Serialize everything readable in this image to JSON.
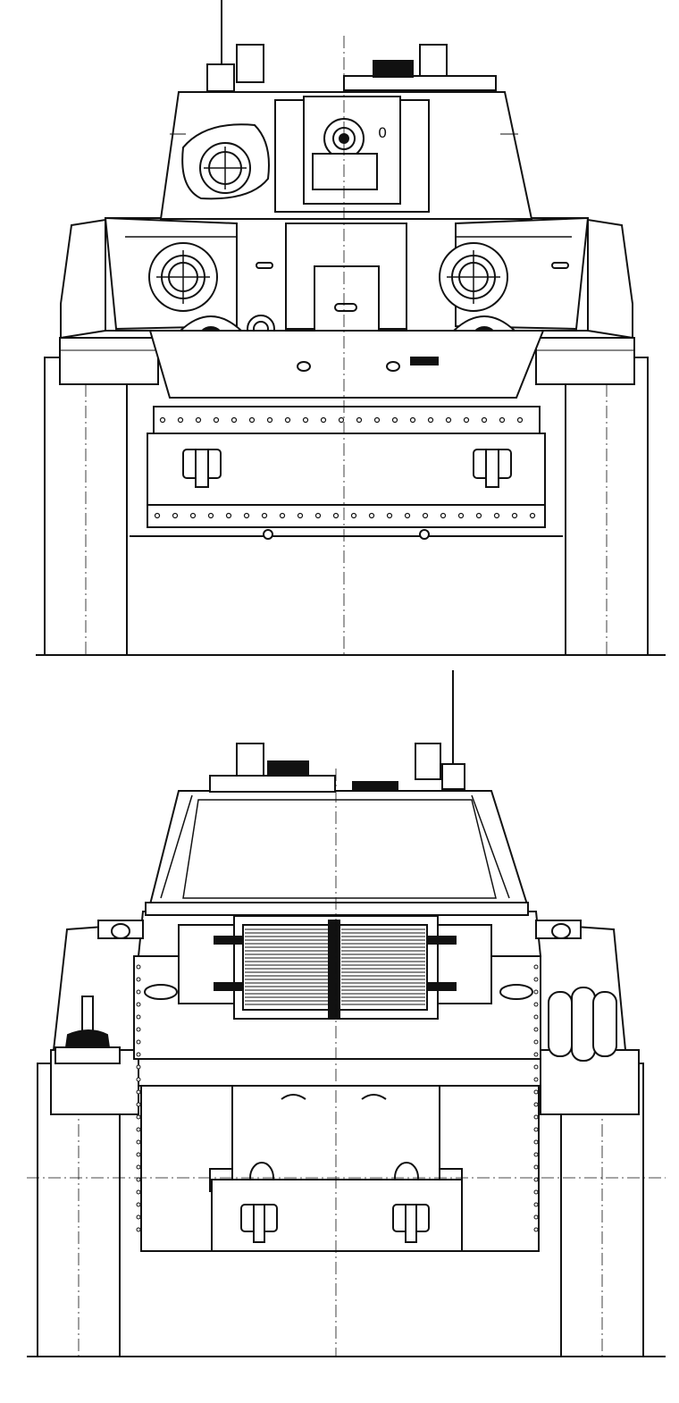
{
  "drawing": {
    "views": [
      {
        "id": "front",
        "title": ""
      },
      {
        "id": "rear",
        "title": ""
      }
    ],
    "markings": {
      "turret_hatch_letter": "0"
    },
    "colors": {
      "line": "#111111",
      "paper": "#ffffff"
    }
  }
}
